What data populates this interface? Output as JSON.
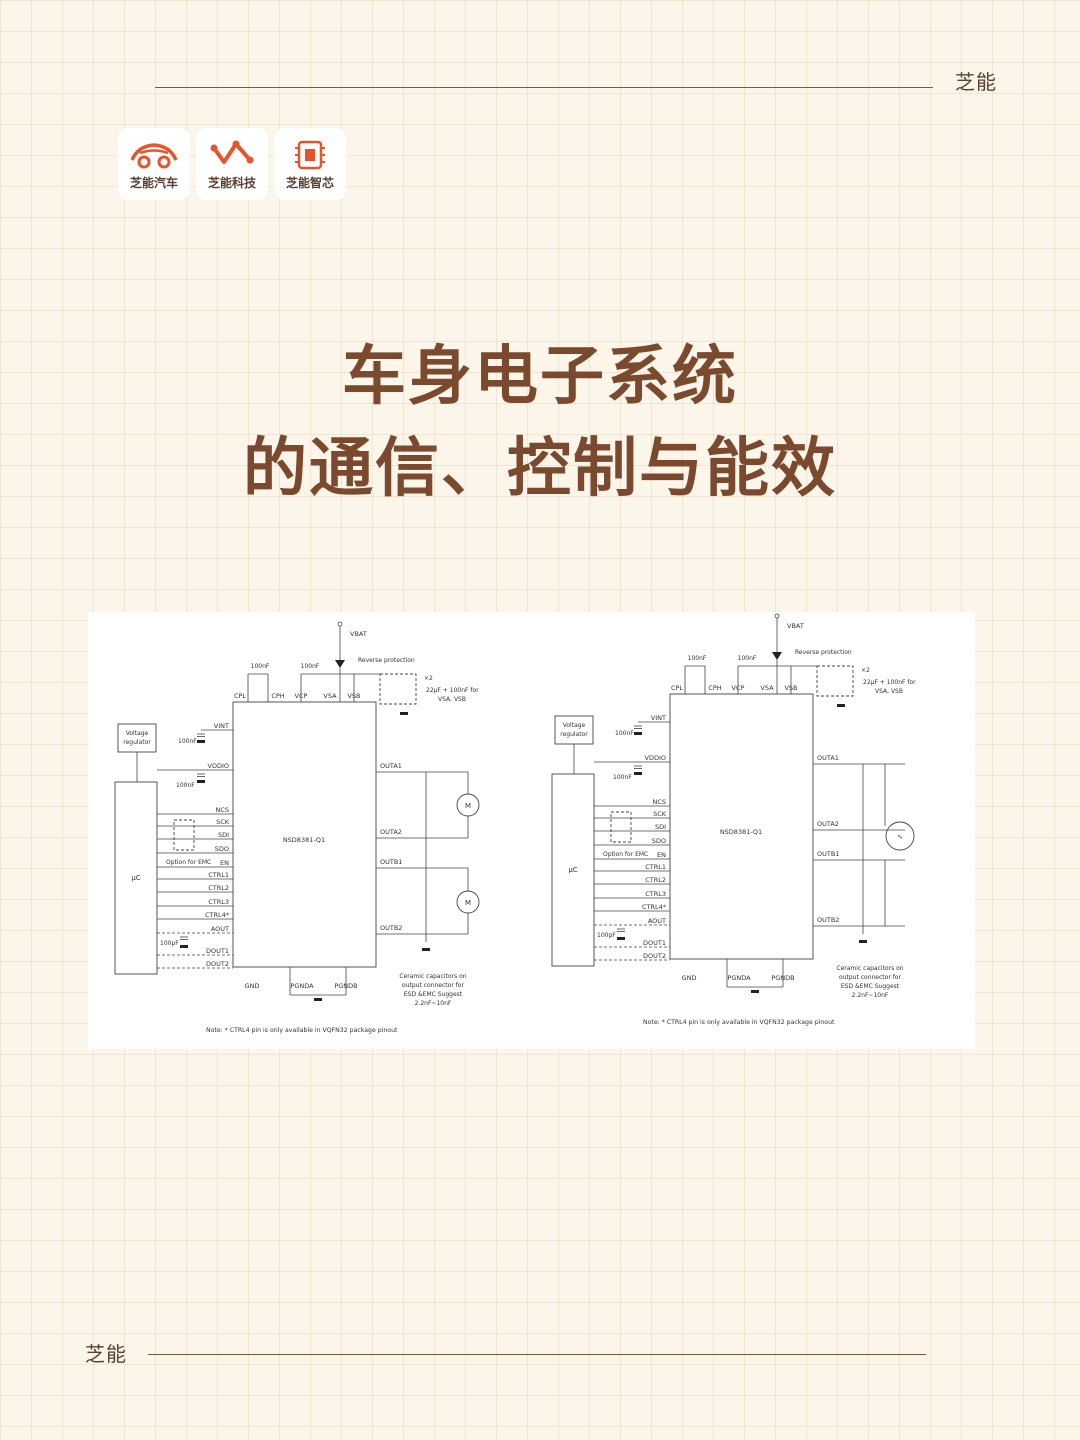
{
  "header": {
    "brand": "芝能"
  },
  "footer": {
    "brand": "芝能"
  },
  "logos": [
    {
      "label": "芝能汽车",
      "icon": "car-icon"
    },
    {
      "label": "芝能科技",
      "icon": "network-icon"
    },
    {
      "label": "芝能智芯",
      "icon": "chip-icon"
    }
  ],
  "title": {
    "line1": "车身电子系统",
    "line2": "的通信、控制与能效"
  },
  "schematic": {
    "vbat": "VBAT",
    "reverse": "Reverse protection",
    "cap_100nf": "100nF",
    "cap_100pf": "100pF",
    "x2": "×2",
    "vs_caps_1": "22μF + 100nF for",
    "vs_caps_2": "VSA, VSB",
    "top_pins": [
      "CPL",
      "CPH",
      "VCP",
      "VSA",
      "VSB"
    ],
    "left_pins": [
      "VINT",
      "VDDIO",
      "NCS",
      "SCK",
      "SDI",
      "SDO",
      "EN",
      "CTRL1",
      "CTRL2",
      "CTRL3",
      "CTRL4*",
      "AOUT",
      "DOUT1",
      "DOUT2"
    ],
    "bottom_pins": [
      "GND",
      "PGNDA",
      "PGNDB"
    ],
    "out_pins": [
      "OUTA1",
      "OUTA2",
      "OUTB1",
      "OUTB2"
    ],
    "chip": "NSD8381-Q1",
    "mcu": "μC",
    "regulator_1": "Voltage",
    "regulator_2": "regulator",
    "emc": "Option for EMC",
    "motor": "M",
    "ceramic": [
      "Ceramic capacitors on",
      "output connector for",
      "ESD &EMC Suggest",
      "2.2nF~10nF"
    ],
    "note": "Note: * CTRL4 pin is only available in VQFN32 package pinout"
  }
}
